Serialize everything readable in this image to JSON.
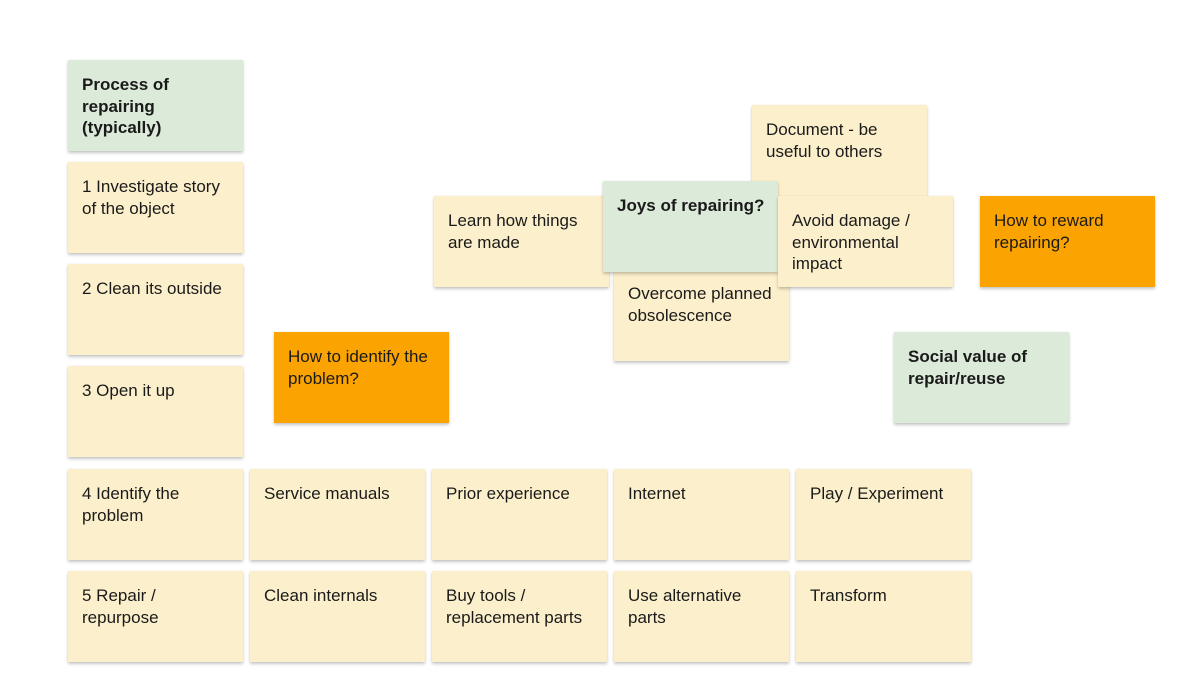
{
  "board": {
    "colors": {
      "yellow": "#fcf0cc",
      "green": "#dcebd9",
      "orange": "#fba401",
      "text": "#1a1a1a"
    },
    "notes": {
      "process_header": {
        "text": "Process of repairing (typically)",
        "color": "green"
      },
      "step_1": {
        "text": "1 Investigate story of the object",
        "color": "yellow"
      },
      "step_2": {
        "text": "2 Clean its outside",
        "color": "yellow"
      },
      "step_3": {
        "text": "3 Open it up",
        "color": "yellow"
      },
      "step_4": {
        "text": "4 Identify the problem",
        "color": "yellow"
      },
      "step_5": {
        "text": "5 Repair / repurpose",
        "color": "yellow"
      },
      "identify_service_manuals": {
        "text": "Service manuals",
        "color": "yellow"
      },
      "identify_prior_experience": {
        "text": "Prior experience",
        "color": "yellow"
      },
      "identify_internet": {
        "text": "Internet",
        "color": "yellow"
      },
      "identify_play": {
        "text": "Play / Experiment",
        "color": "yellow"
      },
      "repair_clean_internals": {
        "text": "Clean internals",
        "color": "yellow"
      },
      "repair_buy_tools": {
        "text": "Buy tools / replacement parts",
        "color": "yellow"
      },
      "repair_alternative_parts": {
        "text": "Use alternative parts",
        "color": "yellow"
      },
      "repair_transform": {
        "text": "Transform",
        "color": "yellow"
      },
      "question_identify_problem": {
        "text": "How to identify the problem?",
        "color": "orange"
      },
      "joys_header": {
        "text": "Joys of repairing?",
        "color": "green"
      },
      "joy_learn": {
        "text": "Learn how things are made",
        "color": "yellow"
      },
      "joy_document": {
        "text": "Document - be useful to others",
        "color": "yellow"
      },
      "joy_avoid_damage": {
        "text": "Avoid damage / environmental impact",
        "color": "yellow"
      },
      "joy_obsolescence": {
        "text": "Overcome planned obsolescence",
        "color": "yellow"
      },
      "question_reward": {
        "text": "How to reward repairing?",
        "color": "orange"
      },
      "social_value_header": {
        "text": "Social value of repair/reuse",
        "color": "green"
      }
    }
  }
}
